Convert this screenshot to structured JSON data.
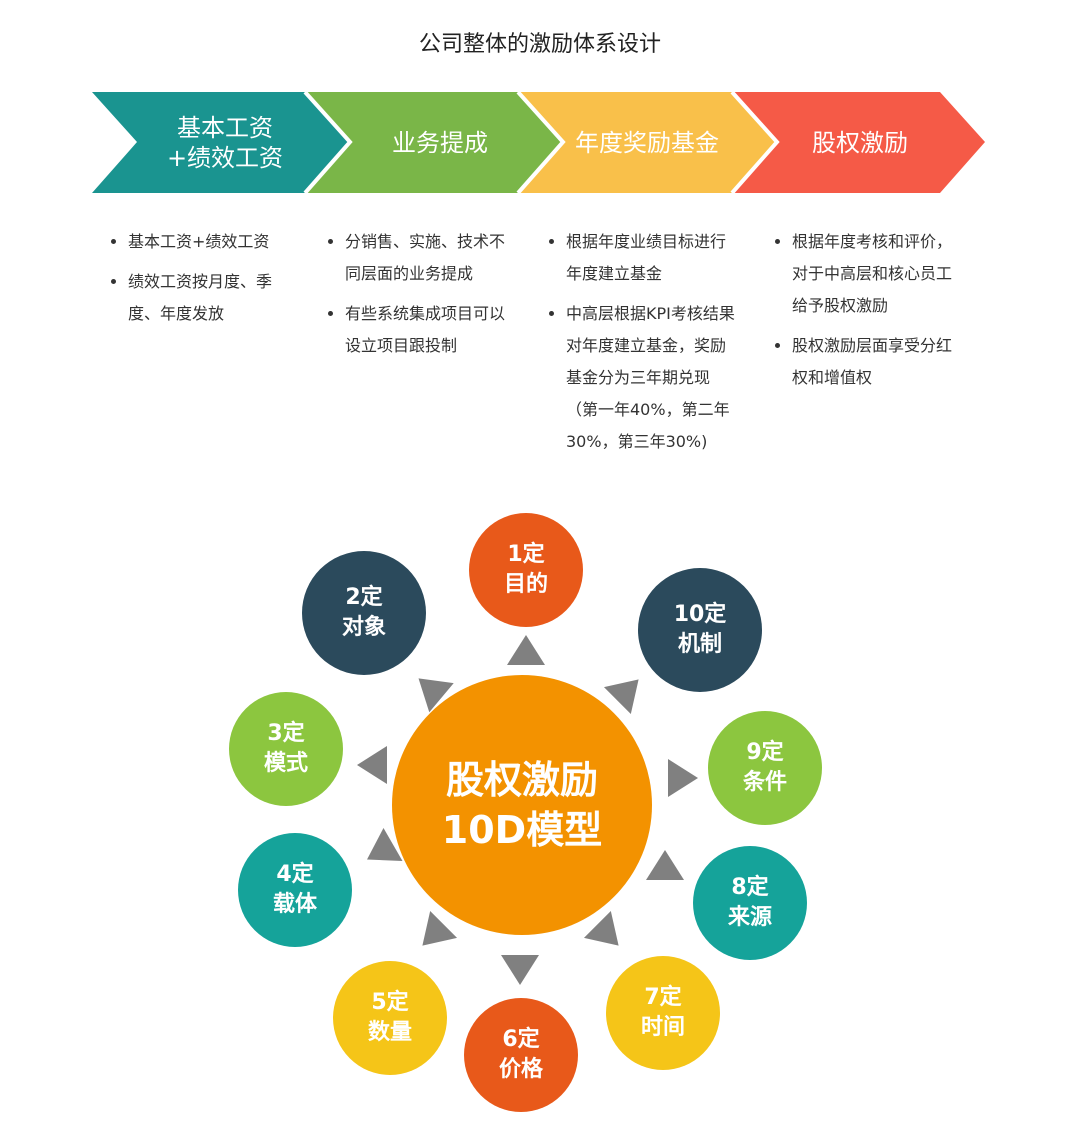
{
  "title": "公司整体的激励体系设计",
  "colors": {
    "teal": "#1a9490",
    "green": "#7ab648",
    "yellow": "#f9c04a",
    "red": "#f55a47"
  },
  "stages": [
    {
      "label_line1": "基本工资",
      "label_line2": "+绩效工资",
      "bullets": [
        "基本工资+绩效工资",
        "绩效工资按月度、季度、年度发放"
      ]
    },
    {
      "label_line1": "业务提成",
      "label_line2": "",
      "bullets": [
        "分销售、实施、技术不同层面的业务提成",
        "有些系统集成项目可以设立项目跟投制"
      ]
    },
    {
      "label_line1": "年度奖励基金",
      "label_line2": "",
      "bullets": [
        "根据年度业绩目标进行年度建立基金",
        "中高层根据KPI考核结果对年度建立基金，奖励基金分为三年期兑现（第一年40%，第二年30%，第三年30%)"
      ]
    },
    {
      "label_line1": "股权激励",
      "label_line2": "",
      "bullets": [
        "根据年度考核和评价，对于中高层和核心员工给予股权激励",
        "股权激励层面享受分红权和增值权"
      ]
    }
  ],
  "model": {
    "center_line1": "股权激励",
    "center_line2": "10D模型",
    "items": [
      {
        "num": "1定",
        "text": "目的",
        "color": "#e8591a"
      },
      {
        "num": "2定",
        "text": "对象",
        "color": "#2b4a5c"
      },
      {
        "num": "3定",
        "text": "模式",
        "color": "#8cc63f"
      },
      {
        "num": "4定",
        "text": "载体",
        "color": "#15a39a"
      },
      {
        "num": "5定",
        "text": "数量",
        "color": "#f5c518"
      },
      {
        "num": "6定",
        "text": "价格",
        "color": "#e8591a"
      },
      {
        "num": "7定",
        "text": "时间",
        "color": "#f5c518"
      },
      {
        "num": "8定",
        "text": "来源",
        "color": "#15a39a"
      },
      {
        "num": "9定",
        "text": "条件",
        "color": "#8cc63f"
      },
      {
        "num": "10定",
        "text": "机制",
        "color": "#2b4a5c"
      }
    ]
  }
}
